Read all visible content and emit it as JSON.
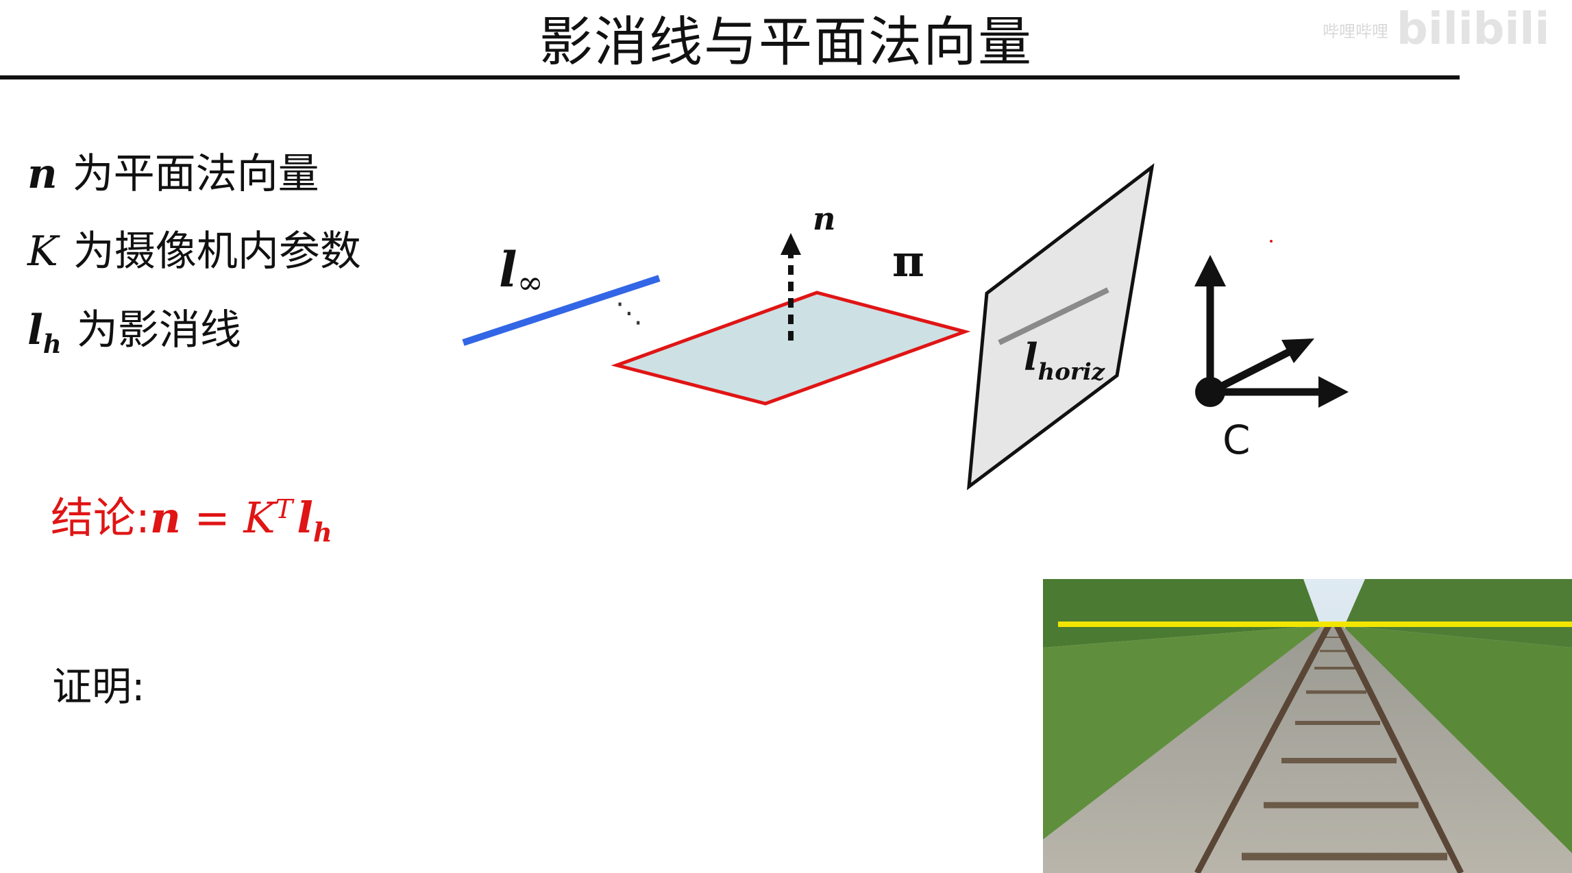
{
  "title": "影消线与平面法向量",
  "watermark": {
    "small": "哔哩哔哩",
    "logo": "bilibili"
  },
  "definitions": [
    {
      "symbol": "n",
      "text": "为平面法向量"
    },
    {
      "symbol": "K",
      "text": "为摄像机内参数"
    },
    {
      "symbol": "l",
      "subscript": "h",
      "text": "为影消线"
    }
  ],
  "conclusion": {
    "prefix": "结论: ",
    "n": "n",
    "eq": " = ",
    "K": "K",
    "T": "T",
    "l": "l",
    "h": "h"
  },
  "proof_label": "证明:",
  "diagram": {
    "l_inf": "l",
    "l_inf_sub": "∞",
    "dots": "⋱",
    "normal_label": "n",
    "pi_label": "π",
    "l_horiz": "l",
    "l_horiz_sub": "horiz",
    "camera_label": "C"
  },
  "colors": {
    "line_at_infinity": "#3366e6",
    "plane_edge": "#e01515",
    "plane_fill": "#cde0e4",
    "image_plane_fill": "#e6e6e6",
    "horizon_line": "#f2e600",
    "conclusion": "#e01515"
  },
  "photo": {
    "description_icon": "railway-track-photo"
  }
}
